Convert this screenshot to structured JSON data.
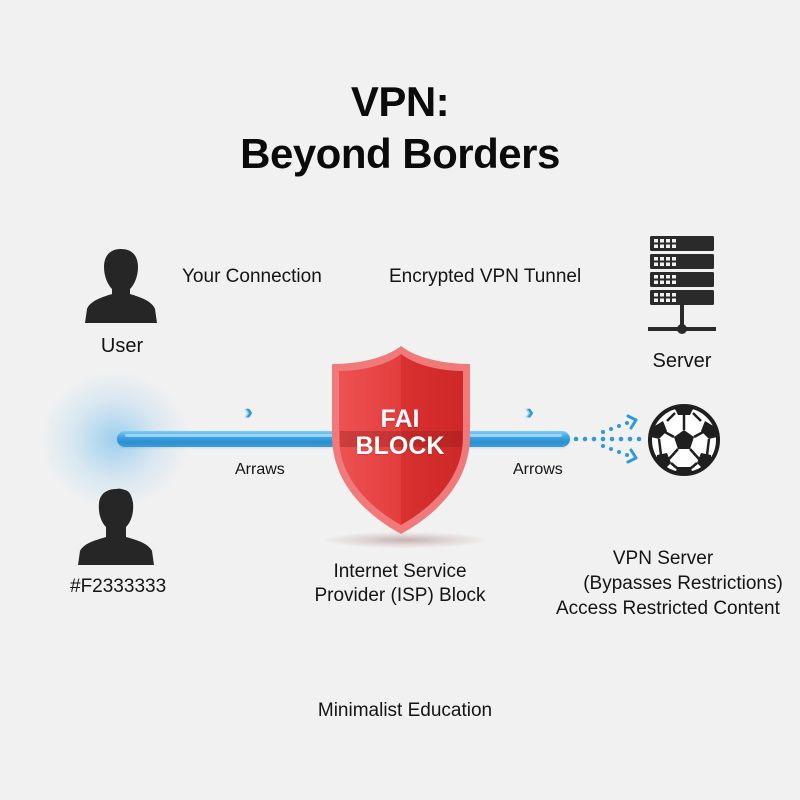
{
  "title": {
    "line1": "VPN:",
    "line2": "Beyond Borders"
  },
  "user": {
    "label": "User",
    "icon": "user-silhouette-icon"
  },
  "second_user": {
    "label": "#F2333333",
    "icon": "user-silhouette-icon"
  },
  "connection": {
    "label": "Your Connection"
  },
  "tunnel": {
    "label": "Encrypted VPN Tunnel",
    "color": "#2b8fd0"
  },
  "server": {
    "label": "Server",
    "icon": "server-rack-icon"
  },
  "shield": {
    "line1": "FAI",
    "line2": "BLOCK",
    "color": "#e03a3a",
    "caption_line1": "Internet Service",
    "caption_line2": "Provider (ISP) Block"
  },
  "arrows": {
    "left_label": "Arraws",
    "right_label": "Arrows",
    "chevron_glyph": "›"
  },
  "destination": {
    "icon": "soccer-ball-icon",
    "caption_line1": "VPN Server",
    "caption_line2": "(Bypasses Restrictions)",
    "caption_line3": "Access Restricted Content"
  },
  "footer": {
    "label": "Minimalist Education"
  }
}
